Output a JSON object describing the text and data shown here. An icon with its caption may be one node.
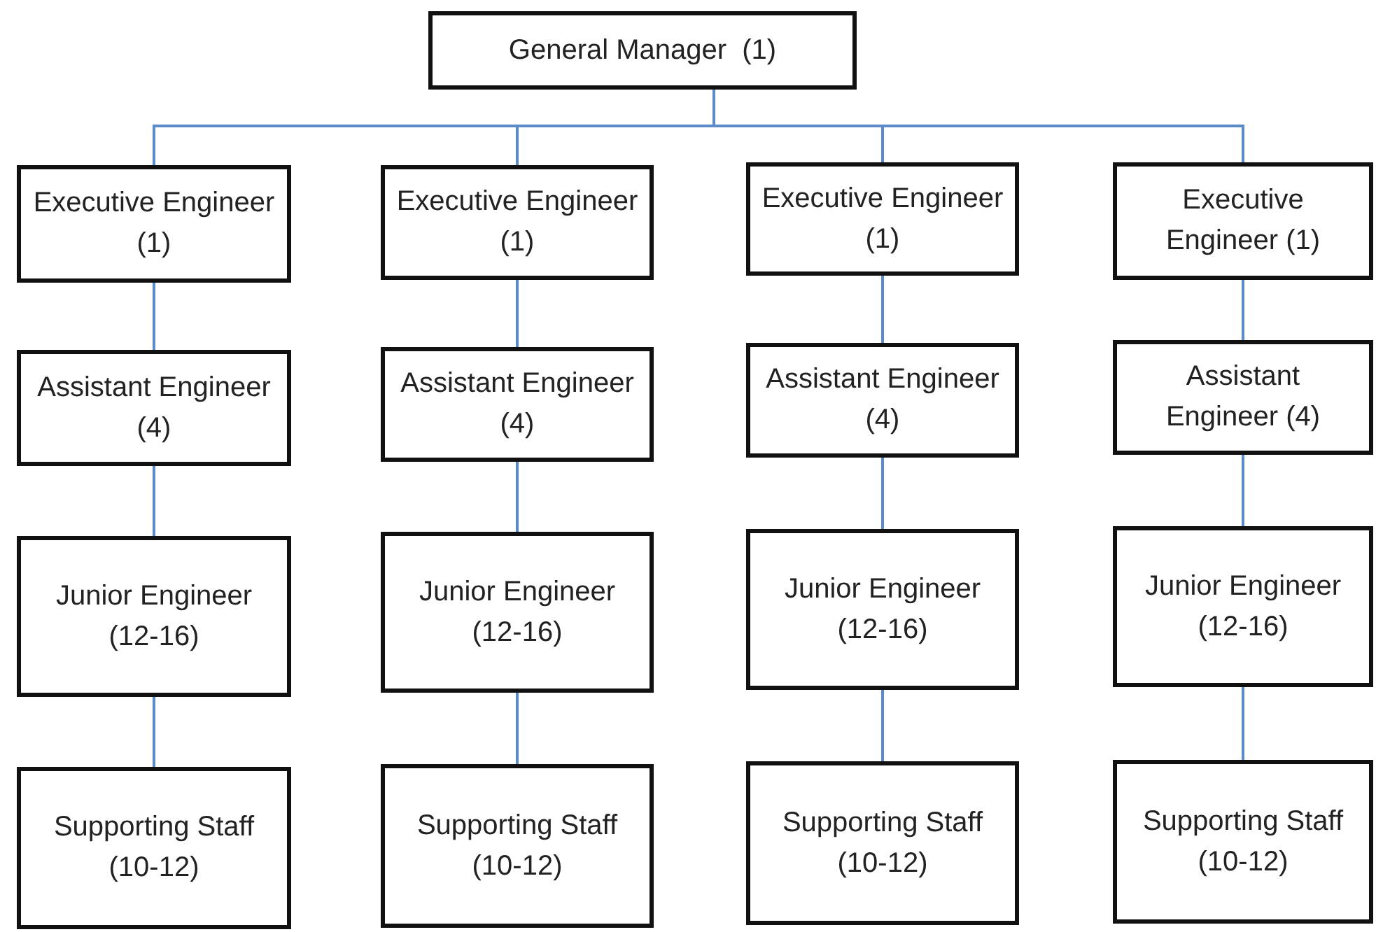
{
  "diagram": {
    "nodes": [
      {
        "text": [
          "General Manager  (1)"
        ]
      },
      {
        "text": [
          "Executive Engineer (1)"
        ]
      },
      {
        "text": [
          "Executive Engineer (1)"
        ]
      },
      {
        "text": [
          "Executive Engineer (1)"
        ]
      },
      {
        "text": [
          "Executive Engineer (1)"
        ]
      },
      {
        "text": [
          "Assistant Engineer (4)"
        ]
      },
      {
        "text": [
          "Assistant Engineer (4)"
        ]
      },
      {
        "text": [
          "Assistant Engineer (4)"
        ]
      },
      {
        "text": [
          "Assistant Engineer (4)"
        ]
      },
      {
        "text": [
          "Junior Engineer (12-16)"
        ]
      },
      {
        "text": [
          "Junior Engineer (12-16)"
        ]
      },
      {
        "text": [
          "Junior Engineer (12-16)"
        ]
      },
      {
        "text": [
          "Junior Engineer (12-16)"
        ]
      },
      {
        "text": [
          "Supporting Staff (10-12)"
        ]
      },
      {
        "text": [
          "Supporting Staff (10-12)"
        ]
      },
      {
        "text": [
          "Supporting Staff (10-12)"
        ]
      },
      {
        "text": [
          "Supporting Staff (10-12)"
        ]
      }
    ],
    "edges": [
      {
        "from": 0,
        "to": 1,
        "arrow": "none"
      },
      {
        "from": 0,
        "to": 2,
        "arrow": "none"
      },
      {
        "from": 0,
        "to": 3,
        "arrow": "none"
      },
      {
        "from": 0,
        "to": 4,
        "arrow": "none"
      },
      {
        "from": 1,
        "to": 5,
        "arrow": "none"
      },
      {
        "from": 2,
        "to": 6,
        "arrow": "none"
      },
      {
        "from": 3,
        "to": 7,
        "arrow": "none"
      },
      {
        "from": 4,
        "to": 8,
        "arrow": "none"
      },
      {
        "from": 5,
        "to": 9,
        "arrow": "none"
      },
      {
        "from": 6,
        "to": 10,
        "arrow": "none"
      },
      {
        "from": 7,
        "to": 11,
        "arrow": "none"
      },
      {
        "from": 8,
        "to": 12,
        "arrow": "none"
      },
      {
        "from": 9,
        "to": 13,
        "arrow": "none"
      },
      {
        "from": 10,
        "to": 14,
        "arrow": "none"
      },
      {
        "from": 11,
        "to": 15,
        "arrow": "none"
      },
      {
        "from": 12,
        "to": 16,
        "arrow": "none"
      }
    ]
  }
}
